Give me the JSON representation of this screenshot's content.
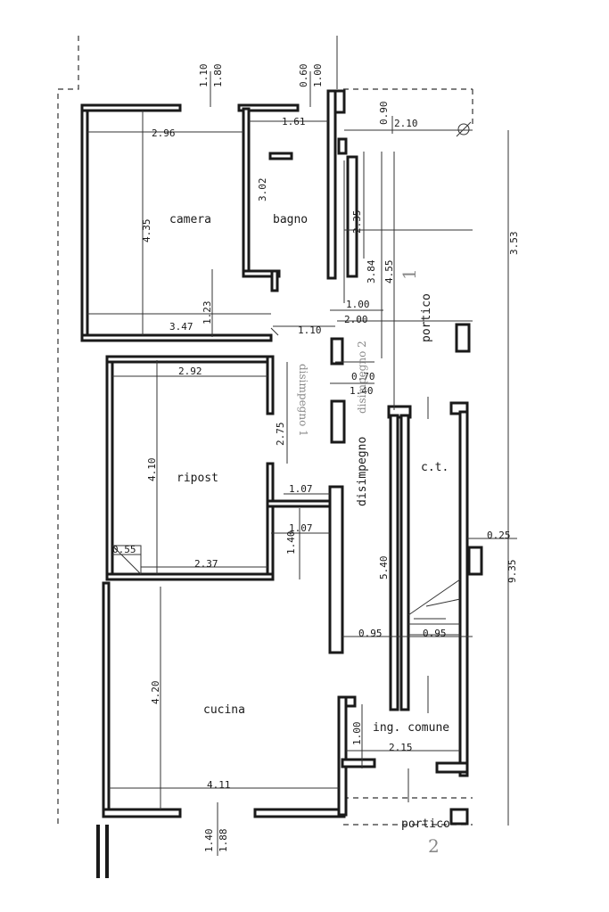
{
  "rooms": {
    "camera": "camera",
    "bagno": "bagno",
    "ripost": "ripost",
    "cucina": "cucina",
    "portico_top": "portico",
    "disimpegno": "disimpegno",
    "ct": "c.t.",
    "ing_comune": "ing. comune",
    "portico_bottom": "portico"
  },
  "dimensions": {
    "d_110_top": "1.10",
    "d_180_top": "1.80",
    "d_060_top": "0.60",
    "d_100_top": "1.00",
    "d_296": "2.96",
    "d_161": "1.61",
    "d_090": "0.90",
    "d_210": "2.10",
    "d_435": "4.35",
    "d_302": "3.02",
    "d_235": "2.35",
    "d_384": "3.84",
    "d_455": "4.55",
    "d_353": "3.53",
    "d_123": "1.23",
    "d_347": "3.47",
    "d_110_mid": "1.10",
    "d_100_mid": "1.00",
    "d_200": "2.00",
    "d_292": "2.92",
    "d_070": "0.70",
    "d_140_mid": "1.40",
    "d_275": "2.75",
    "d_410": "4.10",
    "d_107_a": "1.07",
    "d_107_b": "1.07",
    "d_055": "0.55",
    "d_140_low": "1.40",
    "d_237": "2.37",
    "d_540": "5.40",
    "d_025": "0.25",
    "d_935": "9.35",
    "d_095_a": "0.95",
    "d_095_b": "0.95",
    "d_420": "4.20",
    "d_100_low": "1.00",
    "d_215": "2.15",
    "d_411": "4.11",
    "d_140_bottom": "1.40",
    "d_188_bottom": "1.88"
  },
  "handwritten": {
    "num_1_top": "1",
    "num_1_rotated": "disimpegno 1",
    "num_2_rotated": "disimpegno 2",
    "num_2_bottom": "2"
  },
  "colors": {
    "ink": "#1a1a1a",
    "pencil": "#888888",
    "paper": "#ffffff"
  }
}
